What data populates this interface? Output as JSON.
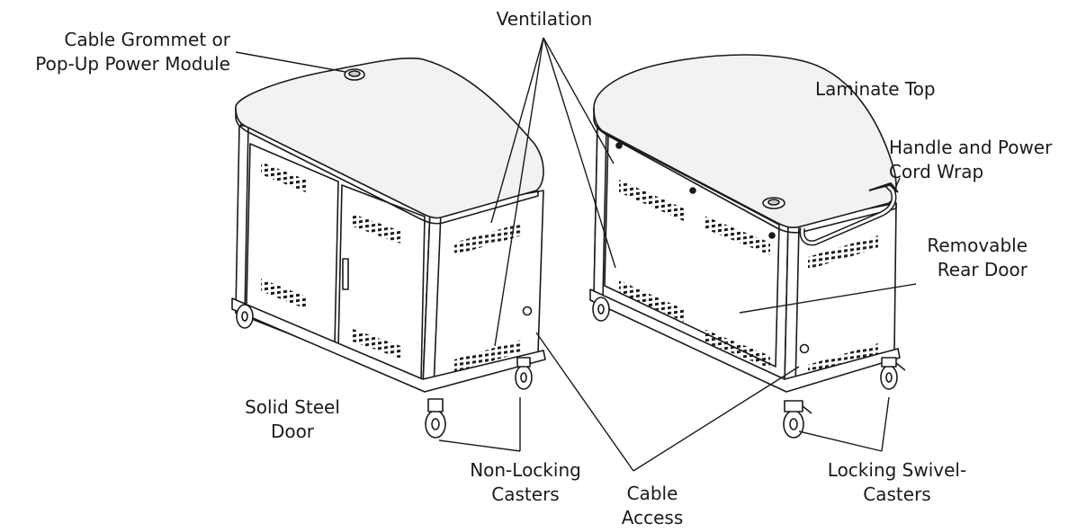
{
  "labels": {
    "ventilation": "Ventilation",
    "cable_grommet": [
      "Cable Grommet or",
      "Pop-Up Power Module"
    ],
    "laminate_top": "Laminate Top",
    "handle": [
      "Handle and Power",
      "Cord Wrap"
    ],
    "removable_rear_door": [
      "Removable",
      "Rear Door"
    ],
    "solid_steel_door": [
      "Solid Steel",
      "Door"
    ],
    "non_locking_casters": [
      "Non-Locking",
      "Casters"
    ],
    "cable_access": [
      "Cable",
      "Access"
    ],
    "locking_swivel_casters": [
      "Locking Swivel-",
      "Casters"
    ]
  },
  "colors": {
    "line": "#1a1a1a",
    "top_fill": "#f2f2f2",
    "body_fill": "#ffffff"
  }
}
